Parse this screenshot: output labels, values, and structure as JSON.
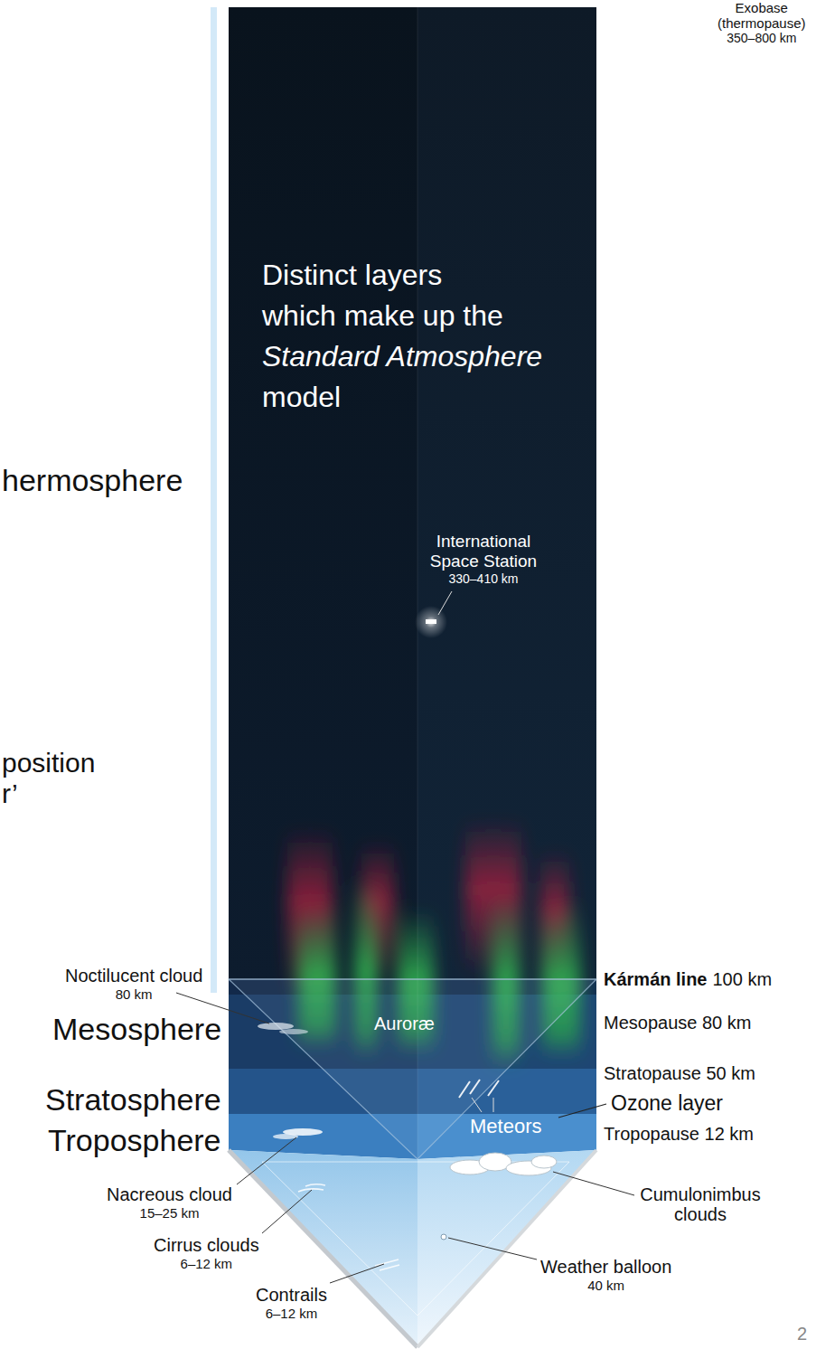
{
  "diagram": {
    "labels": [
      "Exobase",
      "(thermopause)",
      "350–800 km",
      "Distinct layers which make up the",
      "Standard Atmosphere",
      "model",
      "hermosphere",
      "International Space Station",
      "330–410 km",
      "position",
      "r’",
      "Noctilucent cloud",
      "80 km",
      "Kármán line",
      "100 km",
      "Auroræ",
      "Mesopause 80 km",
      "Mesosphere",
      "Stratopause 50 km",
      "Stratosphere",
      "Ozone layer",
      "Meteors",
      "Tropopause 12 km",
      "Troposphere",
      "Nacreous cloud",
      "15–25 km",
      "Cumulonimbus clouds",
      "Cirrus clouds",
      "6–12 km",
      "Weather balloon",
      "40 km",
      "Contrails",
      "6–12 km",
      "2"
    ]
  }
}
